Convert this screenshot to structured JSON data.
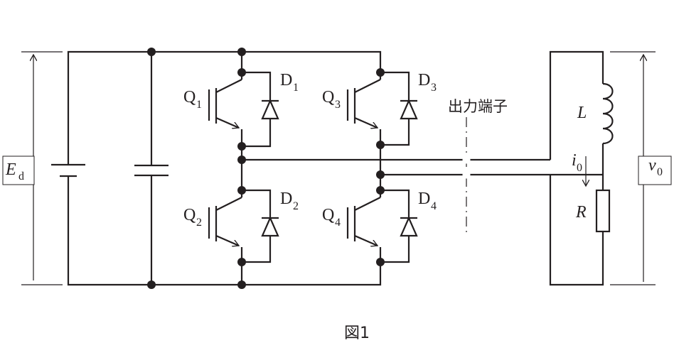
{
  "labels": {
    "source_voltage": "E",
    "source_voltage_sub": "d",
    "q1": "Q",
    "q1_sub": "1",
    "q2": "Q",
    "q2_sub": "2",
    "q3": "Q",
    "q3_sub": "3",
    "q4": "Q",
    "q4_sub": "4",
    "d1": "D",
    "d1_sub": "1",
    "d2": "D",
    "d2_sub": "2",
    "d3": "D",
    "d3_sub": "3",
    "d4": "D",
    "d4_sub": "4",
    "output_terminal": "出力端子",
    "inductor": "L",
    "resistor": "R",
    "current": "i",
    "current_sub": "0",
    "output_voltage": "v",
    "output_voltage_sub": "0"
  },
  "caption": "図1"
}
